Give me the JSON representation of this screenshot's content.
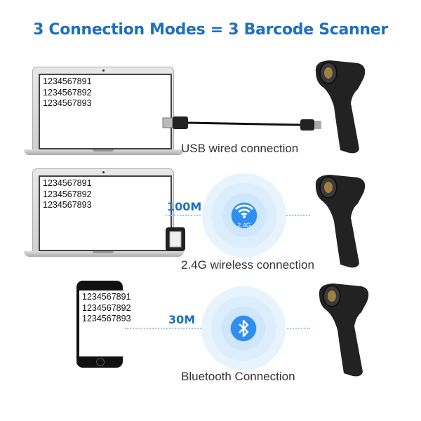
{
  "title": "3 Connection Modes = 3 Barcode Scanner",
  "codes": [
    "1234567891",
    "1234567892",
    "1234567893"
  ],
  "modes": [
    {
      "label": "USB wired connection",
      "device": "laptop",
      "icon": "usb-cable-icon"
    },
    {
      "label": "2.4G wireless connection",
      "device": "laptop",
      "speed": "100M",
      "icon": "wifi-icon",
      "icon_text": "2.4G"
    },
    {
      "label": "Bluetooth Connection",
      "device": "phone",
      "speed": "30M",
      "icon": "bluetooth-icon"
    }
  ],
  "colors": {
    "accent": "#1f6fbf",
    "wave": "#2e8ff0"
  }
}
